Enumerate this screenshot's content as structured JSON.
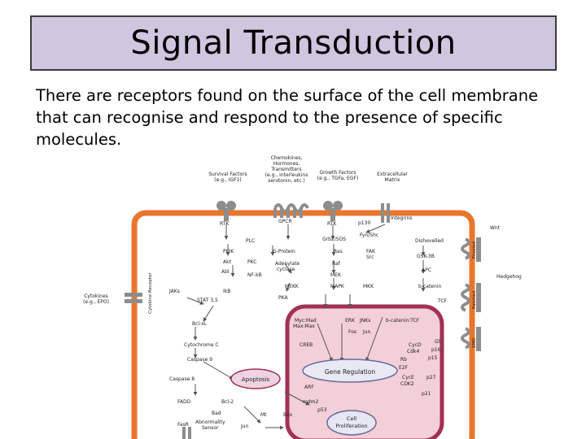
{
  "slide": {
    "title": "Signal Transduction",
    "body": "There are receptors found on the surface of the cell membrane that can recognise and respond to the presence of specific molecules."
  },
  "diagram": {
    "labels": {
      "survival_factors": [
        "Survival Factors",
        "(e.g., IGF1)"
      ],
      "chemokines": [
        "Chemokines,",
        "Hormones,",
        "Transmitters",
        "(e.g., interleukins",
        "serotonin, etc.)"
      ],
      "growth_factors": [
        "Growth Factors",
        "(e.g., TGFa, EGF)"
      ],
      "extracellular_matrix": [
        "Extracellular",
        "Matrix"
      ],
      "cytokines": [
        "Cytokines",
        "(e.g., EPO)"
      ],
      "wnt": "Wnt",
      "hedgehog": "Hedgehog",
      "rtk_left": "RTK",
      "gpcr": "GPCR",
      "rtk_right": "RTK",
      "integrins": "Integrins",
      "cytokine_receptor": "Cytokine Receptor",
      "frizzled": "Frizzled",
      "patched": "Patched",
      "smo": "SMO",
      "p130": "p130",
      "fyn_shc": "Fyn/Shc",
      "plc": "PLC",
      "g_protein": "G-Protein",
      "grb2_sos": "Grb2/SOS",
      "pi3k": "PI3K",
      "pkc": "PKC",
      "ras": "Ras",
      "fak_src": [
        "FAK",
        "Src"
      ],
      "dishevelled": "Dishevelled",
      "gsk3b": "GSK-3B",
      "akt": "Akt",
      "adenylate_cyclase": [
        "Adenylate",
        "cyclase"
      ],
      "raf": "Raf",
      "apc": "APC",
      "abl": "Abl",
      "nfkb": "NF-kB",
      "ikb": "IkB",
      "mekk": "MEKK",
      "mek": "MEK",
      "mkk": "MKK",
      "beta_catenin": "b-catenin",
      "jaks": "JAKs",
      "stat": "STAT 3,5",
      "pka": "PKA",
      "mapk": "MAPK",
      "tcf": "TCF",
      "bcl_xl": "Bcl-xL",
      "myc_mad": [
        "Myc:Mad",
        "Max:Max"
      ],
      "erk": "ERK",
      "jnks": "JNKs",
      "bcat_tcf": "b-catenin:TCF",
      "fos": "Fos",
      "jun": "Jun",
      "cytochrome_c": "Cytochrome C",
      "creb": "CREB",
      "cycd_cdk4": [
        "CycD",
        "Cdk4"
      ],
      "gli": "Gli",
      "p16": "p16",
      "p15": "p15",
      "caspase9": "Caspase 9",
      "gene_regulation": "Gene Regulation",
      "rb": "Rb",
      "e2f": "E2F",
      "apoptosis": "Apoptosis",
      "caspase8": "Caspase 8",
      "arf": "ARF",
      "cyce_cdk2": [
        "CycE",
        "CDK2"
      ],
      "p27": "p27",
      "p21": "p21",
      "cell_proliferation": [
        "Cell",
        "Proliferation"
      ],
      "mdm2": "mdm2",
      "p53": "p53",
      "fadd": "FADD",
      "bcl2": "Bcl-2",
      "bad": "Bad",
      "bax": "Bax",
      "mt": "Mt",
      "abnormality_sensor": [
        "Abnormality",
        "Sensor"
      ],
      "fasr": "FasR",
      "jun_bottom": "Jun"
    }
  }
}
